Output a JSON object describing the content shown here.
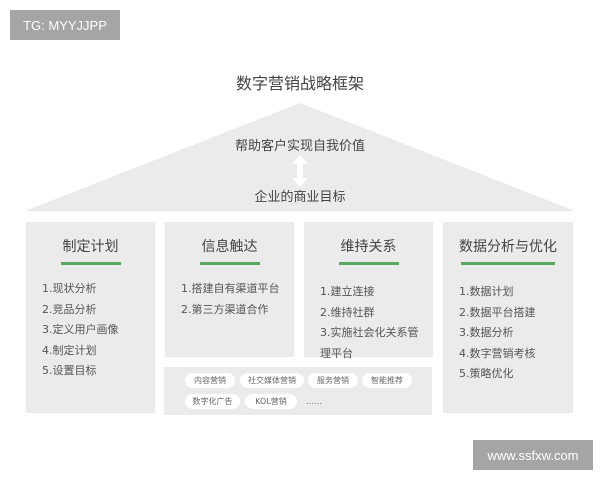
{
  "watermark_top": "TG: MYYJJPP",
  "watermark_bottom": "www.ssfxw.com",
  "title": "数字营销战略框架",
  "roof": {
    "top_text": "帮助客户实现自我价值",
    "bottom_text": "企业的商业目标"
  },
  "columns": [
    {
      "title": "制定计划",
      "items": [
        "1.现状分析",
        "2.竞品分析",
        "3.定义用户画像",
        "4.制定计划",
        "5.设置目标"
      ]
    },
    {
      "title": "信息触达",
      "items": [
        "1.搭建自有渠道平台",
        "2.第三方渠道合作"
      ]
    },
    {
      "title": "维持关系",
      "items": [
        "1.建立连接",
        "2.维持社群",
        "3.实施社会化关系管",
        "理平台"
      ]
    },
    {
      "title": "数据分析与优化",
      "items": [
        "1.数据计划",
        "2.数据平台搭建",
        "3.数据分析",
        "4.数字营销考核",
        "5.策略优化"
      ]
    }
  ],
  "tags": [
    "内容营销",
    "社交媒体营销",
    "服务营销",
    "智能推荐",
    "数字化广告",
    "KOL营销",
    "……"
  ],
  "colors": {
    "accent": "#5aa85f",
    "panel": "#ebebeb"
  }
}
